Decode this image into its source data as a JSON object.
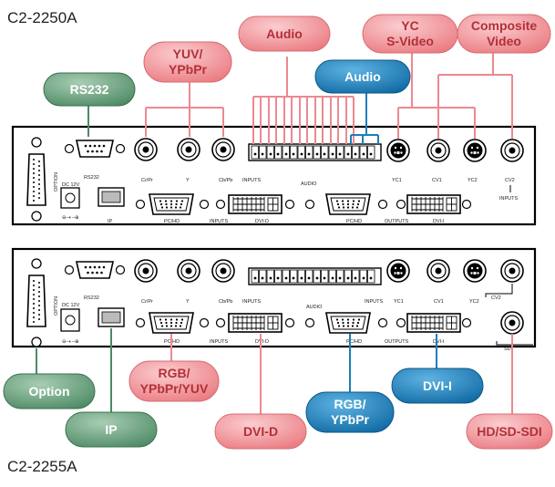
{
  "models": {
    "top": "C2-2250A",
    "bottom": "C2-2255A"
  },
  "colors": {
    "red": "#f08a8f",
    "blue": "#1c7fb8",
    "green": "#4d8a64",
    "panel": "#000000"
  },
  "callouts": {
    "audio_top": [
      "Audio"
    ],
    "audio_blue": [
      "Audio"
    ],
    "yuv": [
      "YUV/",
      "YPbPr"
    ],
    "yc": [
      "YC",
      "S-Video"
    ],
    "composite": [
      "Composite",
      "Video"
    ],
    "rs232": [
      "RS232"
    ],
    "option": [
      "Option"
    ],
    "ip": [
      "IP"
    ],
    "rgb_yuv": [
      "RGB/",
      "YPbPr/YUV"
    ],
    "rgb_ypbpr": [
      "RGB/",
      "YPbPr"
    ],
    "dvi_i": [
      "DVI-I"
    ],
    "dvi_d": [
      "DVI-D"
    ],
    "sdi": [
      "HD/SD-SDI"
    ]
  },
  "panel_top": {
    "option": "OPTION",
    "dc": "DC 12V",
    "rs232": "RS232",
    "ip": "IP",
    "cr": "Cr/Pr",
    "y": "Y",
    "cb": "Cb/Pb",
    "inputs": "INPUTS",
    "audio": "AUDIO",
    "yc1": "YC1",
    "cv1": "CV1",
    "yc2": "YC2",
    "cv2": "CV2",
    "inputs2": "INPUTS",
    "pchd": "PC/HD",
    "inputs3": "INPUTS",
    "dvid": "DVI-D",
    "pchd2": "PC/HD",
    "outputs": "OUTPUTS",
    "dvii": "DVI-I"
  },
  "panel_bottom": {
    "option": "OPTION",
    "dc": "DC 12V",
    "rs232": "RS232",
    "cr": "Cr/Pr",
    "y": "Y",
    "cb": "Cb/Pb",
    "inputs": "INPUTS",
    "audio": "AUDIO",
    "inputs2": "INPUTS",
    "yc1": "YC1",
    "cv1": "CV1",
    "yc2": "YC2",
    "cv2": "CV2",
    "pchd": "PC/HD",
    "inputs3": "INPUTS",
    "dvid": "DVI-D",
    "pchd2": "PC/HD",
    "outputs": "OUTPUTS",
    "dvii": "DVI-I",
    "sdi": "SDI"
  }
}
